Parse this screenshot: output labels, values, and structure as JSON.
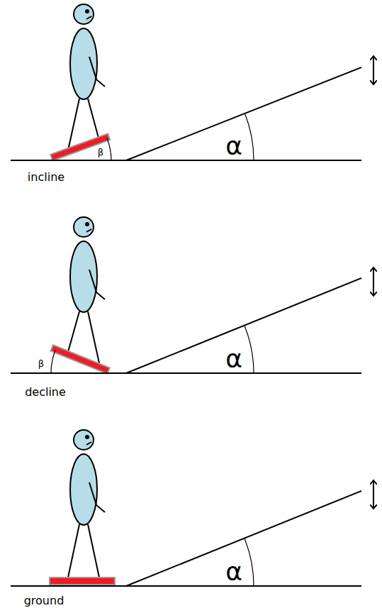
{
  "diagram": {
    "labels": [
      "β",
      "α",
      "incline",
      "β",
      "α",
      "decline",
      "α",
      "ground"
    ]
  }
}
